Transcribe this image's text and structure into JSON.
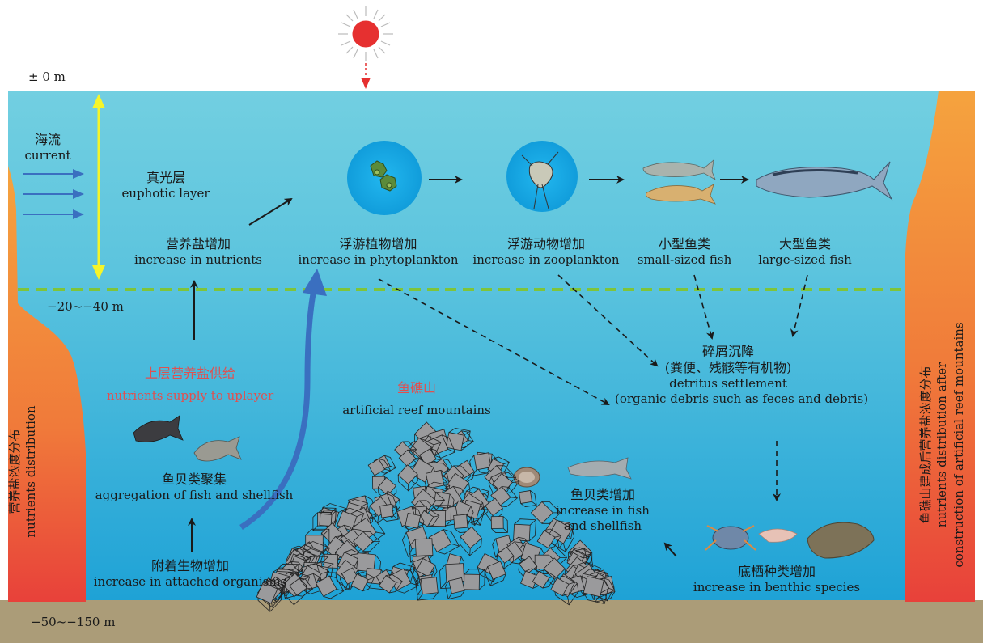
{
  "depths": {
    "surface": "± 0 m",
    "middle": "−20~−40 m",
    "bottom": "−50~−150 m"
  },
  "current": {
    "zh": "海流",
    "en": "current"
  },
  "euphotic": {
    "zh": "真光层",
    "en": "euphotic layer"
  },
  "nutrients": {
    "zh": "营养盐增加",
    "en": "increase in nutrients"
  },
  "phytoplankton": {
    "zh": "浮游植物增加",
    "en": "increase in phytoplankton"
  },
  "zooplankton": {
    "zh": "浮游动物增加",
    "en": "increase in zooplankton"
  },
  "small_fish": {
    "zh": "小型鱼类",
    "en": "small-sized fish"
  },
  "large_fish": {
    "zh": "大型鱼类",
    "en": "large-sized fish"
  },
  "supply": {
    "zh": "上层营养盐供给",
    "en": "nutrients supply to uplayer"
  },
  "reef": {
    "zh": "鱼礁山",
    "en": "artificial reef mountains"
  },
  "detritus": {
    "zh": "碎屑沉降",
    "zh2": "(粪便、残骸等有机物)",
    "en": "detritus settlement",
    "en2": "(organic debris such as feces and debris)"
  },
  "aggregation": {
    "zh": "鱼贝类聚集",
    "en": "aggregation of fish and shellfish"
  },
  "fish_increase": {
    "zh": "鱼贝类增加",
    "en": "increase in fish",
    "en2": "and shellfish"
  },
  "attached": {
    "zh": "附着生物增加",
    "en": "increase in attached organisms"
  },
  "benthic": {
    "zh": "底栖种类增加",
    "en": "increase in benthic species"
  },
  "left_panel": {
    "zh": "营养盐浓度分布",
    "en": "nutrients  distribution"
  },
  "right_panel": {
    "zh": "鱼礁山建成后营养盐浓度分布",
    "en": "nutrients distribution after",
    "en2": "construction of artificial reef mountains"
  },
  "colors": {
    "water_top": "#6fcde0",
    "water_bottom": "#1fa3d6",
    "seabed": "#ab9c78",
    "sun": "#e53232",
    "nutrient_orange": "#f29a3c",
    "nutrient_red": "#e8453a",
    "thermocline": "#7fc43a",
    "reef_block": "#9a9a9c",
    "upwelling": "#3a6fc0"
  }
}
